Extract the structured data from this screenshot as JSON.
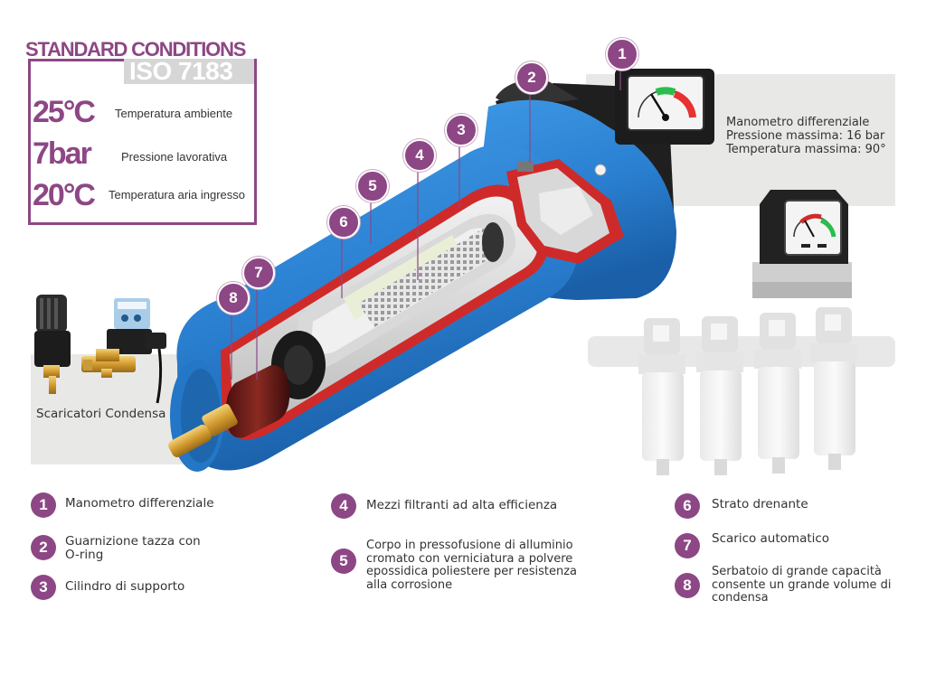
{
  "standard_conditions": {
    "title": "STANDARD CONDITIONS",
    "norm": "ISO 7183",
    "rows": [
      {
        "value": "25°C",
        "label": "Temperatura ambiente"
      },
      {
        "value": "7bar",
        "label": "Pressione lavorativa"
      },
      {
        "value": "20°C",
        "label": "Temperatura aria ingresso"
      }
    ]
  },
  "gauge_panel": {
    "title": "Manometro differenziale",
    "max_pressure": "Pressione massima: 16 bar",
    "max_temperature": "Temperatura massima: 90°"
  },
  "drain_panel": {
    "label": "Scaricatori Condensa"
  },
  "callouts": [
    "1",
    "2",
    "3",
    "4",
    "5",
    "6",
    "7",
    "8"
  ],
  "legend": [
    {
      "number": "1",
      "text": "Manometro differenziale"
    },
    {
      "number": "2",
      "text": "Guarnizione tazza con\nO-ring"
    },
    {
      "number": "3",
      "text": "Cilindro di supporto"
    },
    {
      "number": "4",
      "text": "Mezzi filtranti ad alta efficienza"
    },
    {
      "number": "5",
      "text": "Corpo in pressofusione di alluminio\ncromato con verniciatura a polvere\nepossidica poliestere per resistenza\nalla corrosione"
    },
    {
      "number": "6",
      "text": "Strato drenante"
    },
    {
      "number": "7",
      "text": "Scarico automatico"
    },
    {
      "number": "8",
      "text": "Serbatoio di grande capacità\nconsente un grande volume di\ncondensa"
    }
  ],
  "colors": {
    "accent": "#8d4785",
    "body_blue": "#2a7fd0",
    "section_red": "#cf2a2a",
    "panel_grey": "#e8e8e6"
  }
}
